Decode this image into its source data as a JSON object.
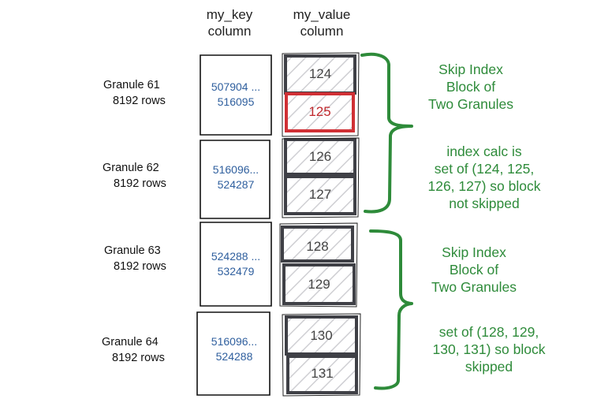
{
  "headers": {
    "key_line1": "my_key",
    "key_line2": "column",
    "value_line1": "my_value",
    "value_line2": "column"
  },
  "granules": [
    {
      "name": "Granule 61",
      "rows": "8192 rows",
      "key_start": "507904 ...",
      "key_end": "516095",
      "values": [
        "124",
        "125"
      ]
    },
    {
      "name": "Granule 62",
      "rows": "8192 rows",
      "key_start": "516096...",
      "key_end": "524287",
      "values": [
        "126",
        "127"
      ]
    },
    {
      "name": "Granule 63",
      "rows": "8192 rows",
      "key_start": "524288 ...",
      "key_end": "532479",
      "values": [
        "128",
        "129"
      ]
    },
    {
      "name": "Granule 64",
      "rows": "8192 rows",
      "key_start": "516096...",
      "key_end": "524288",
      "values": [
        "130",
        "131"
      ]
    }
  ],
  "highlighted_value": "125",
  "notes": {
    "block1_title": [
      "Skip Index",
      "Block of",
      "Two Granules"
    ],
    "block1_calc": [
      "index calc is",
      "set of (124, 125,",
      "126, 127) so block",
      "not skipped"
    ],
    "block2_title": [
      "Skip Index",
      "Block of",
      "Two Granules"
    ],
    "block2_calc": [
      "set of (128, 129,",
      "130, 131) so block",
      "skipped"
    ]
  },
  "colors": {
    "green": "#2e8b3a",
    "red_highlight": "#d03035",
    "key_text": "#2f5f9e",
    "cell_border": "#3f4046",
    "hatch": "#cfcfd3"
  }
}
